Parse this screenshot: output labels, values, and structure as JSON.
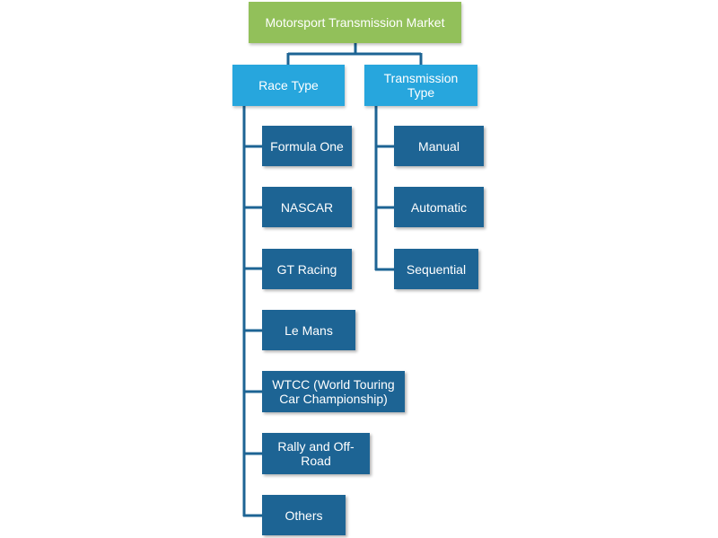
{
  "title": "Motorsport Transmission Market",
  "colors": {
    "root": "#92c05a",
    "category": "#27a6dd",
    "leaf": "#1d6494",
    "connector": "#1d6494"
  },
  "categories": [
    {
      "label": "Race Type",
      "items": [
        "Formula One",
        "NASCAR",
        "GT Racing",
        "Le Mans",
        "WTCC (World Touring Car Championship)",
        "Rally and Off-Road",
        "Others"
      ]
    },
    {
      "label": "Transmission Type",
      "items": [
        "Manual",
        "Automatic",
        "Sequential"
      ]
    }
  ]
}
